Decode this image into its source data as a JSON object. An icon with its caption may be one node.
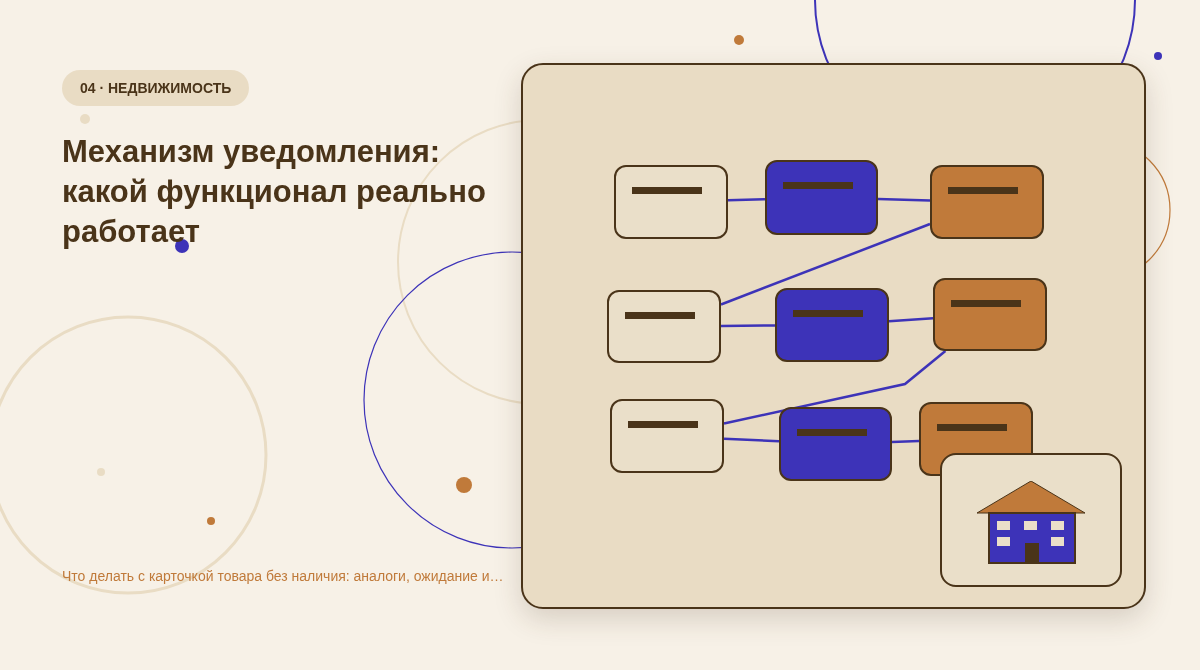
{
  "diagram": {
    "title": "Механизм уведомления: какой функционал реально работает",
    "caption": "Что делать с карточкой товара без наличия: аналоги, ожидание и…",
    "nodes": [
      {
        "text": [],
        "shape": "box"
      },
      {
        "text": [],
        "shape": "box"
      },
      {
        "text": [],
        "shape": "box"
      },
      {
        "text": [],
        "shape": "box"
      },
      {
        "text": [],
        "shape": "box"
      },
      {
        "text": [],
        "shape": "box"
      },
      {
        "text": [],
        "shape": "box"
      },
      {
        "text": [],
        "shape": "box"
      },
      {
        "text": [],
        "shape": "box"
      }
    ],
    "edges": [
      {
        "from": 0,
        "to": 1,
        "arrow": "none"
      },
      {
        "from": 1,
        "to": 2,
        "arrow": "none"
      },
      {
        "from": 2,
        "to": 3,
        "arrow": "none"
      },
      {
        "from": 3,
        "to": 4,
        "arrow": "none"
      },
      {
        "from": 4,
        "to": 5,
        "arrow": "none"
      },
      {
        "from": 5,
        "to": 6,
        "arrow": "none"
      },
      {
        "from": 6,
        "to": 7,
        "arrow": "none"
      },
      {
        "from": 7,
        "to": 8,
        "arrow": "none"
      }
    ],
    "labels": [
      "04 · НЕДВИЖИМОСТЬ"
    ]
  }
}
